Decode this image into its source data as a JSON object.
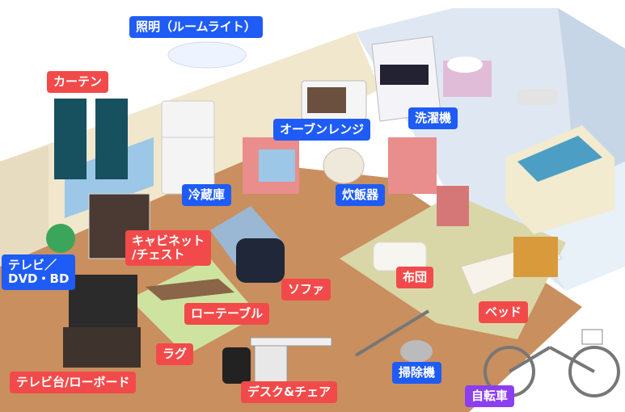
{
  "colors": {
    "red": "#f24a4a",
    "blue": "#1f5cf5",
    "purple": "#8b3ff0",
    "floor": "#c98f5e",
    "wall": "#f1e7cc"
  },
  "labels": {
    "light": "照明（ルームライト）",
    "curtain": "カーテン",
    "fridge": "冷蔵庫",
    "oven": "オーブンレンジ",
    "washer": "洗濯機",
    "rice_cooker": "炊飯器",
    "cabinet_line1": "キャビネット",
    "cabinet_line2": "/チェスト",
    "tv_line1": "テレビ／",
    "tv_line2": "DVD・BD",
    "sofa": "ソファ",
    "futon": "布団",
    "low_table": "ローテーブル",
    "bed": "ベッド",
    "rug": "ラグ",
    "vacuum": "掃除機",
    "tv_stand": "テレビ台/ローボード",
    "desk_chair": "デスク&チェア",
    "bicycle": "自転車"
  }
}
